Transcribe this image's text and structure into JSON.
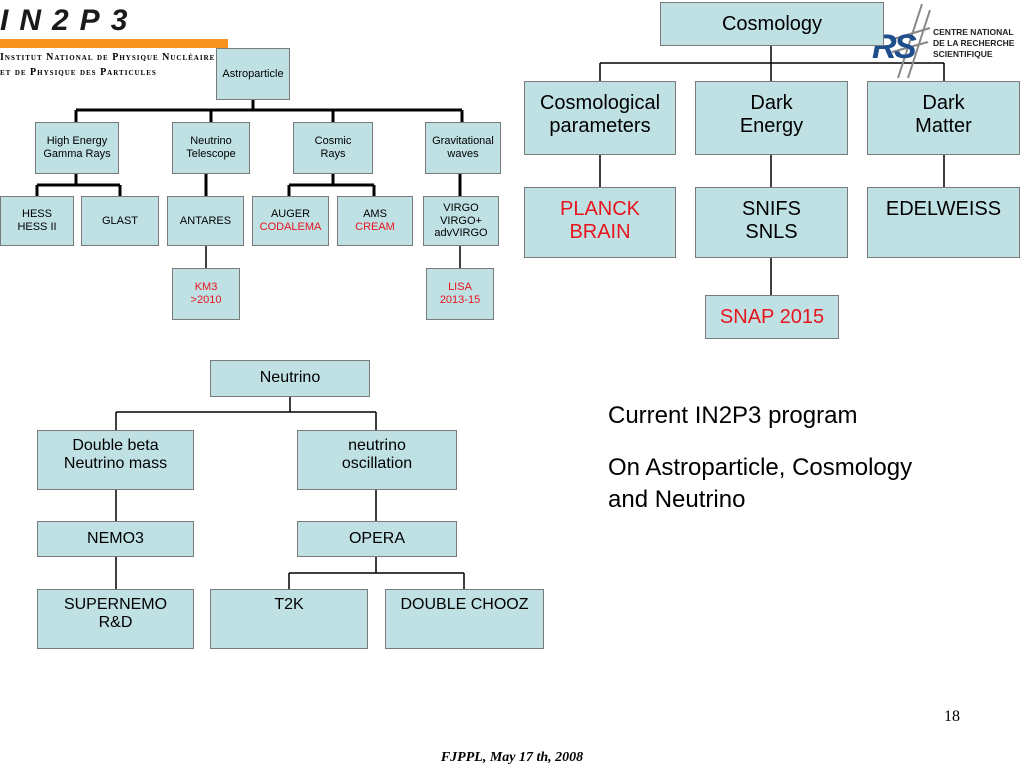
{
  "logos": {
    "in2p3": "IN2P3",
    "institute_line1": "Institut National de Physique Nucléaire",
    "institute_line2": "et de Physique des Particules",
    "cnrs_lines": [
      "CENTRE NATIONAL",
      "DE LA RECHERCHE",
      "SCIENTIFIQUE"
    ]
  },
  "astro": {
    "root": "Astroparticle",
    "branches": {
      "gamma": [
        "High Energy",
        "Gamma Rays"
      ],
      "neutrino": [
        "Neutrino",
        "Telescope"
      ],
      "cosmic": [
        "Cosmic",
        "Rays"
      ],
      "grav": [
        "Gravitational",
        "waves"
      ]
    },
    "leaves": {
      "hess": [
        "HESS",
        "HESS II"
      ],
      "glast": "GLAST",
      "antares": "ANTARES",
      "auger": [
        "AUGER",
        "CODALEMA"
      ],
      "ams": [
        "AMS",
        "CREAM"
      ],
      "virgo": [
        "VIRGO",
        "VIRGO+",
        "advVIRGO"
      ],
      "km3": [
        "KM3",
        ">2010"
      ],
      "lisa": [
        "LISA",
        "2013-15"
      ]
    }
  },
  "cosmo": {
    "root": "Cosmology",
    "branches": {
      "params": [
        "Cosmological",
        "parameters"
      ],
      "energy": [
        "Dark",
        "Energy"
      ],
      "matter": [
        "Dark",
        "Matter"
      ]
    },
    "leaves": {
      "planck": [
        "PLANCK",
        "BRAIN"
      ],
      "snifs": [
        "SNIFS",
        "SNLS"
      ],
      "edelweiss": "EDELWEISS",
      "snap": "SNAP 2015"
    }
  },
  "neutrino": {
    "root": "Neutrino",
    "branches": {
      "double_beta": [
        "Double beta",
        "Neutrino mass"
      ],
      "oscillation": [
        "neutrino",
        "oscillation"
      ]
    },
    "leaves": {
      "nemo3": "NEMO3",
      "opera": "OPERA",
      "supernemo": [
        "SUPERNEMO",
        "R&D"
      ],
      "t2k": "T2K",
      "double_chooz": "DOUBLE CHOOZ"
    }
  },
  "main_text": {
    "line1": "Current IN2P3 program",
    "line2": "On Astroparticle, Cosmology",
    "line3": "and Neutrino"
  },
  "page_number": "18",
  "footer": "FJPPL, May 17 th, 2008",
  "colors": {
    "box_fill": "#bfe1e4",
    "highlight_red": "#e8141e",
    "in2p3_orange": "#f7931e"
  }
}
